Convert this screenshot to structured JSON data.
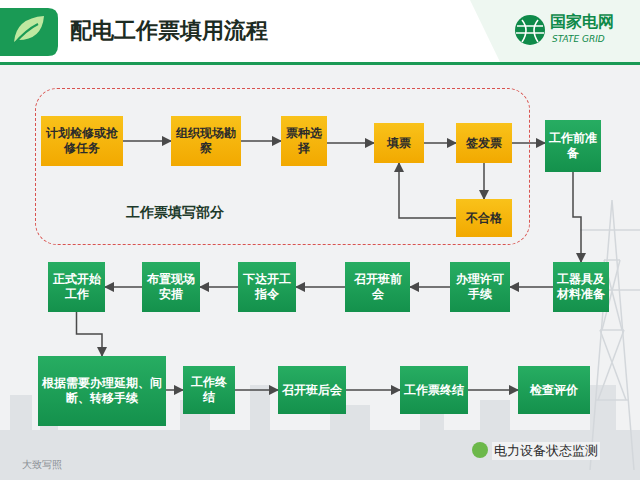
{
  "diagram": {
    "title": "配电工作票填用流程",
    "nodes": [
      {
        "text": [
          "工作票填写部分"
        ]
      },
      {
        "text": [
          "计划检修或抢修任务"
        ],
        "in": 0
      },
      {
        "text": [
          "组织现场勘察"
        ],
        "in": 0
      },
      {
        "text": [
          "票种选择"
        ],
        "in": 0
      },
      {
        "text": [
          "填票"
        ],
        "in": 0
      },
      {
        "text": [
          "签发票"
        ],
        "in": 0
      },
      {
        "text": [
          "不合格"
        ],
        "in": 0
      },
      {
        "text": [
          "工作前准备"
        ]
      },
      {
        "text": [
          "工器具及材料准备"
        ]
      },
      {
        "text": [
          "办理许可手续"
        ]
      },
      {
        "text": [
          "召开班前会"
        ]
      },
      {
        "text": [
          "下达开工指令"
        ]
      },
      {
        "text": [
          "布置现场安措"
        ]
      },
      {
        "text": [
          "正式开始工作"
        ]
      },
      {
        "text": [
          "根据需要办理延期、间断、转移手续"
        ]
      },
      {
        "text": [
          "工作终结"
        ]
      },
      {
        "text": [
          "召开班后会"
        ]
      },
      {
        "text": [
          "工作票终结"
        ]
      },
      {
        "text": [
          "检查评价"
        ]
      }
    ],
    "edges": [
      {
        "from": 1,
        "to": 2,
        "arrow": "to"
      },
      {
        "from": 2,
        "to": 3,
        "arrow": "to"
      },
      {
        "from": 3,
        "to": 4,
        "arrow": "to"
      },
      {
        "from": 4,
        "to": 5,
        "arrow": "to"
      },
      {
        "from": 5,
        "to": 6,
        "arrow": "to"
      },
      {
        "from": 6,
        "to": 4,
        "arrow": "to"
      },
      {
        "from": 5,
        "to": 7,
        "arrow": "to"
      },
      {
        "from": 7,
        "to": 8,
        "arrow": "to"
      },
      {
        "from": 8,
        "to": 9,
        "arrow": "to"
      },
      {
        "from": 9,
        "to": 10,
        "arrow": "to"
      },
      {
        "from": 10,
        "to": 11,
        "arrow": "to"
      },
      {
        "from": 11,
        "to": 12,
        "arrow": "to"
      },
      {
        "from": 12,
        "to": 13,
        "arrow": "to"
      },
      {
        "from": 13,
        "to": 14,
        "arrow": "to"
      },
      {
        "from": 14,
        "to": 15,
        "arrow": "to"
      },
      {
        "from": 15,
        "to": 16,
        "arrow": "to"
      },
      {
        "from": 16,
        "to": 17,
        "arrow": "to"
      },
      {
        "from": 17,
        "to": 18,
        "arrow": "to"
      }
    ],
    "labels": [
      "国家电网",
      "STATE GRID",
      "大致写照",
      "电力设备状态监测"
    ]
  }
}
